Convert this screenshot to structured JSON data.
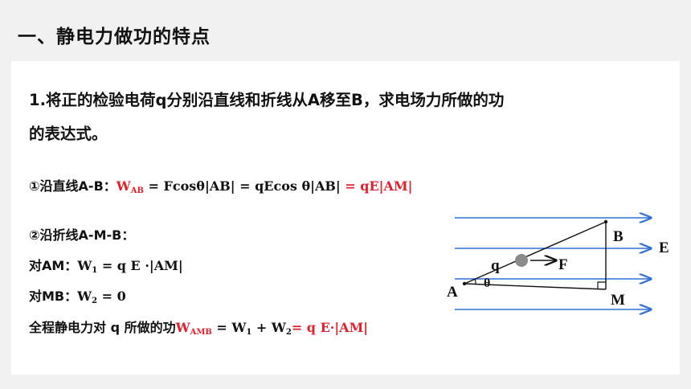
{
  "title": "一、静电力做功的特点",
  "intro": {
    "line1": "1.将正的检验电荷q分别沿直线和折线从A移至B，求电场力所做的功",
    "line2": "的表达式。"
  },
  "straight": {
    "label": "①沿直线A-B：",
    "W": "W",
    "W_sub": "AB",
    "middle": " = Fcosθ|AB| = qEcos θ|AB| ",
    "result": " =  qE|AM|"
  },
  "polyline": {
    "label": "②沿折线A-M-B：",
    "am_prefix": "对AM：",
    "am_W": "W",
    "am_sub": "1",
    "am_rest": " = q E ·|AM|",
    "mb_prefix": "对MB：",
    "mb_W": "W",
    "mb_sub": "2",
    "mb_rest": " = 0",
    "total_prefix": "全程静电力对 q 所做的功",
    "total_W": "W",
    "total_sub": "AMB",
    "total_eq1": " = W",
    "total_sub1": "1",
    "total_plus": " + W",
    "total_sub2": "2",
    "total_result": "= q E·|AM|"
  },
  "diagram": {
    "label_B": "B",
    "label_E": "E",
    "label_q": "q",
    "label_F": "F",
    "label_A": "A",
    "label_theta": "θ",
    "label_M": "M",
    "field_line_color": "#2f6fd6",
    "charge_color": "#8a8a8a"
  }
}
